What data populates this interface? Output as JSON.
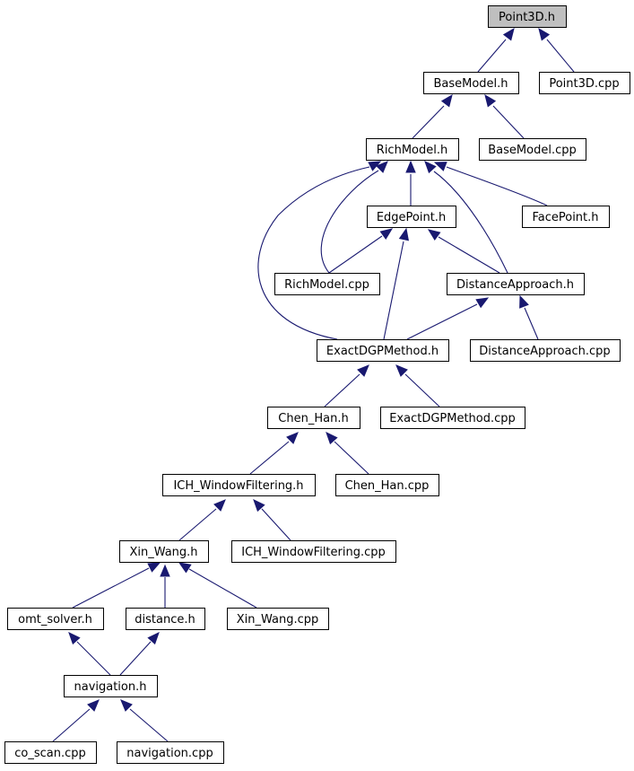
{
  "diagram": {
    "nodes": [
      {
        "id": "n0",
        "label": "Point3D.h"
      },
      {
        "id": "n1",
        "label": "BaseModel.h"
      },
      {
        "id": "n2",
        "label": "Point3D.cpp"
      },
      {
        "id": "n3",
        "label": "RichModel.h"
      },
      {
        "id": "n4",
        "label": "BaseModel.cpp"
      },
      {
        "id": "n5",
        "label": "EdgePoint.h"
      },
      {
        "id": "n6",
        "label": "FacePoint.h"
      },
      {
        "id": "n7",
        "label": "RichModel.cpp"
      },
      {
        "id": "n8",
        "label": "DistanceApproach.h"
      },
      {
        "id": "n9",
        "label": "ExactDGPMethod.h"
      },
      {
        "id": "n10",
        "label": "DistanceApproach.cpp"
      },
      {
        "id": "n11",
        "label": "Chen_Han.h"
      },
      {
        "id": "n12",
        "label": "ExactDGPMethod.cpp"
      },
      {
        "id": "n13",
        "label": "ICH_WindowFiltering.h"
      },
      {
        "id": "n14",
        "label": "Chen_Han.cpp"
      },
      {
        "id": "n15",
        "label": "Xin_Wang.h"
      },
      {
        "id": "n16",
        "label": "ICH_WindowFiltering.cpp"
      },
      {
        "id": "n17",
        "label": "omt_solver.h"
      },
      {
        "id": "n18",
        "label": "distance.h"
      },
      {
        "id": "n19",
        "label": "Xin_Wang.cpp"
      },
      {
        "id": "n20",
        "label": "navigation.h"
      },
      {
        "id": "n21",
        "label": "co_scan.cpp"
      },
      {
        "id": "n22",
        "label": "navigation.cpp"
      }
    ],
    "edges": [
      {
        "from": "n0",
        "to": "n1"
      },
      {
        "from": "n0",
        "to": "n2"
      },
      {
        "from": "n1",
        "to": "n3"
      },
      {
        "from": "n1",
        "to": "n4"
      },
      {
        "from": "n3",
        "to": "n5"
      },
      {
        "from": "n3",
        "to": "n6"
      },
      {
        "from": "n3",
        "to": "n7"
      },
      {
        "from": "n3",
        "to": "n8"
      },
      {
        "from": "n3",
        "to": "n9"
      },
      {
        "from": "n5",
        "to": "n7"
      },
      {
        "from": "n5",
        "to": "n8"
      },
      {
        "from": "n5",
        "to": "n9"
      },
      {
        "from": "n8",
        "to": "n9"
      },
      {
        "from": "n8",
        "to": "n10"
      },
      {
        "from": "n9",
        "to": "n11"
      },
      {
        "from": "n9",
        "to": "n12"
      },
      {
        "from": "n11",
        "to": "n13"
      },
      {
        "from": "n11",
        "to": "n14"
      },
      {
        "from": "n13",
        "to": "n15"
      },
      {
        "from": "n13",
        "to": "n16"
      },
      {
        "from": "n15",
        "to": "n17"
      },
      {
        "from": "n15",
        "to": "n18"
      },
      {
        "from": "n15",
        "to": "n19"
      },
      {
        "from": "n17",
        "to": "n20"
      },
      {
        "from": "n18",
        "to": "n20"
      },
      {
        "from": "n20",
        "to": "n21"
      },
      {
        "from": "n20",
        "to": "n22"
      }
    ],
    "colors": {
      "edge": "#191970",
      "root_fill": "#bfbfbf",
      "node_fill": "#ffffff",
      "node_border": "#000000"
    }
  }
}
